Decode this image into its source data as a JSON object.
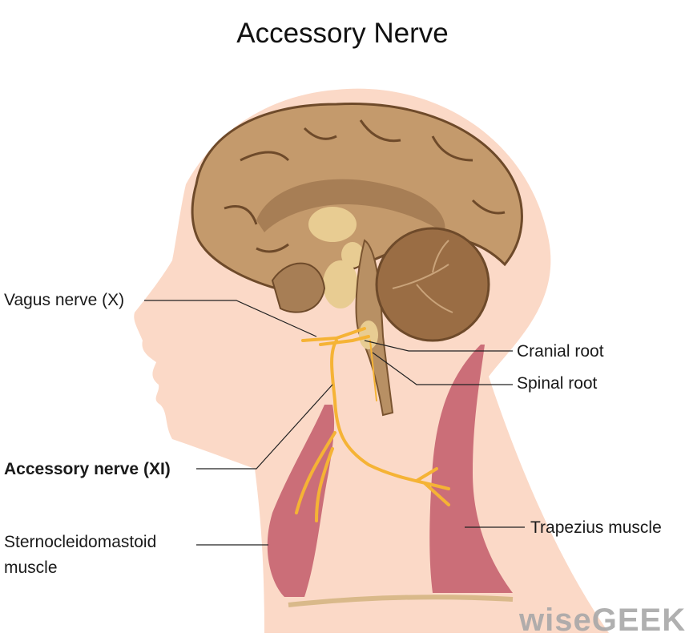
{
  "title": "Accessory Nerve",
  "labels": {
    "vagus": "Vagus nerve (X)",
    "cranial_root": "Cranial root",
    "spinal_root": "Spinal root",
    "accessory": "Accessory nerve (XI)",
    "scm_line1": "Sternocleidomastoid",
    "scm_line2": "muscle",
    "trapezius": "Trapezius muscle"
  },
  "watermark": "wiseGEEK",
  "colors": {
    "skin": "#fbd9c7",
    "brain": "#c49a6c",
    "brain_dark": "#6e4a2a",
    "nerve": "#f5b335",
    "muscle": "#c25a6a"
  }
}
